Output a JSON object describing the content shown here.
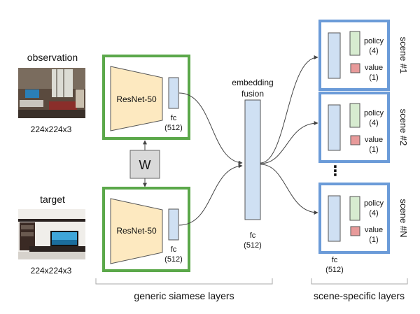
{
  "inputs": {
    "observation": {
      "label": "observation",
      "size": "224x224x3"
    },
    "target": {
      "label": "target",
      "size": "224x224x3"
    }
  },
  "encoder": {
    "name": "ResNet-50",
    "fc_label": "fc",
    "fc_dim": "(512)"
  },
  "shared_weight": {
    "label": "W"
  },
  "fusion": {
    "line1": "embedding",
    "line2": "fusion",
    "fc_label": "fc",
    "fc_dim": "(512)"
  },
  "heads": {
    "policy_label": "policy",
    "policy_dim": "(4)",
    "value_label": "value",
    "value_dim": "(1)",
    "fc_label": "fc",
    "fc_dim": "(512)",
    "ellipsis": "⋮",
    "scenes": [
      "scene #1",
      "scene #2",
      "scene #N"
    ]
  },
  "groups": {
    "generic": "generic siamese layers",
    "scene_specific": "scene-specific layers"
  },
  "colors": {
    "green_frame": "#5ba84a",
    "blue_frame": "#6b9bd8",
    "resnet_fill": "#fde9c0",
    "fc_fill": "#cfe0f3",
    "policy_fill": "#d7ecd0",
    "value_fill": "#e89a9a",
    "w_fill": "#d9d9d9"
  }
}
